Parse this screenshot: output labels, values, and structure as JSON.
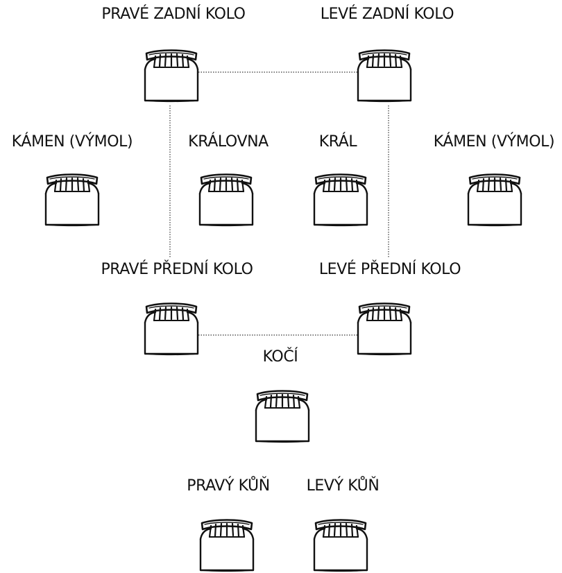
{
  "colors": {
    "line": "#111111",
    "connector": "#333333",
    "background": "#ffffff"
  },
  "icon": "chair-icon",
  "seats": [
    {
      "id": "right-rear-wheel",
      "label": "PRAVÉ ZADNÍ KOLO"
    },
    {
      "id": "left-rear-wheel",
      "label": "LEVÉ ZADNÍ KOLO"
    },
    {
      "id": "stone-left",
      "label": "KÁMEN (VÝMOL)"
    },
    {
      "id": "queen",
      "label": "KRÁLOVNA"
    },
    {
      "id": "king",
      "label": "KRÁL"
    },
    {
      "id": "stone-right",
      "label": "KÁMEN (VÝMOL)"
    },
    {
      "id": "right-front-wheel",
      "label": "PRAVÉ PŘEDNÍ KOLO"
    },
    {
      "id": "left-front-wheel",
      "label": "LEVÉ PŘEDNÍ KOLO"
    },
    {
      "id": "coachman",
      "label": "KOČÍ"
    },
    {
      "id": "right-horse",
      "label": "PRAVÝ KŮŇ"
    },
    {
      "id": "left-horse",
      "label": "LEVÝ KŮŇ"
    }
  ]
}
